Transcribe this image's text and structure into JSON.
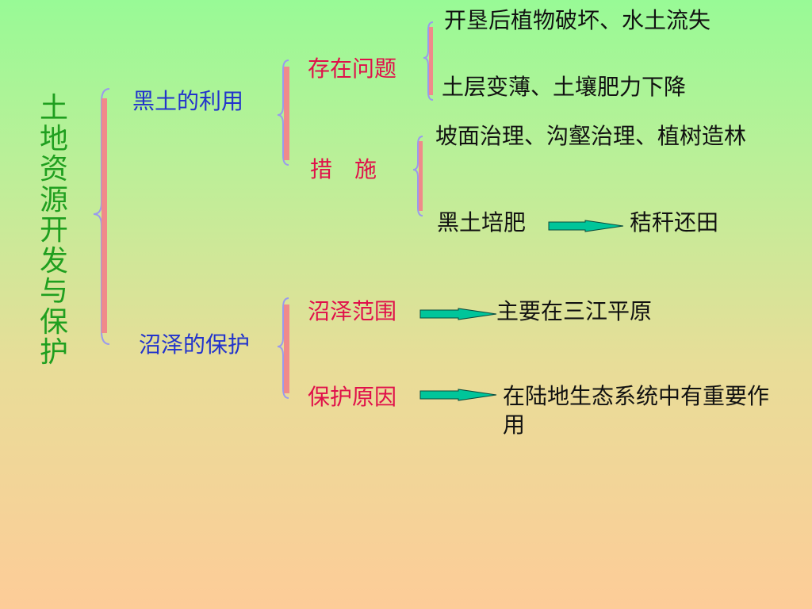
{
  "root": {
    "label": "土地资源开发与保护"
  },
  "branches": {
    "heitu": {
      "label": "黑土的利用",
      "problem": {
        "label": "存在问题",
        "items": [
          "开垦后植物破坏、水土流失",
          "土层变薄、土壤肥力下降"
        ]
      },
      "measures": {
        "label": "措　施",
        "item1": "坡面治理、沟壑治理、植树造林",
        "item2": {
          "text": "黑土培肥",
          "result": "秸秆还田"
        }
      }
    },
    "zaoze": {
      "label": "沼泽的保护",
      "range": {
        "label": "沼泽范围",
        "result": "主要在三江平原"
      },
      "reason": {
        "label": "保护原因",
        "result": "在陆地生态系统中有重要作用"
      }
    }
  },
  "colors": {
    "root": "#1f9f1f",
    "level1": "#2233cc",
    "level2": "#e0104a",
    "leaf": "#111111",
    "brace": "#f08a8a",
    "arrow_fill": "#00c59a"
  }
}
